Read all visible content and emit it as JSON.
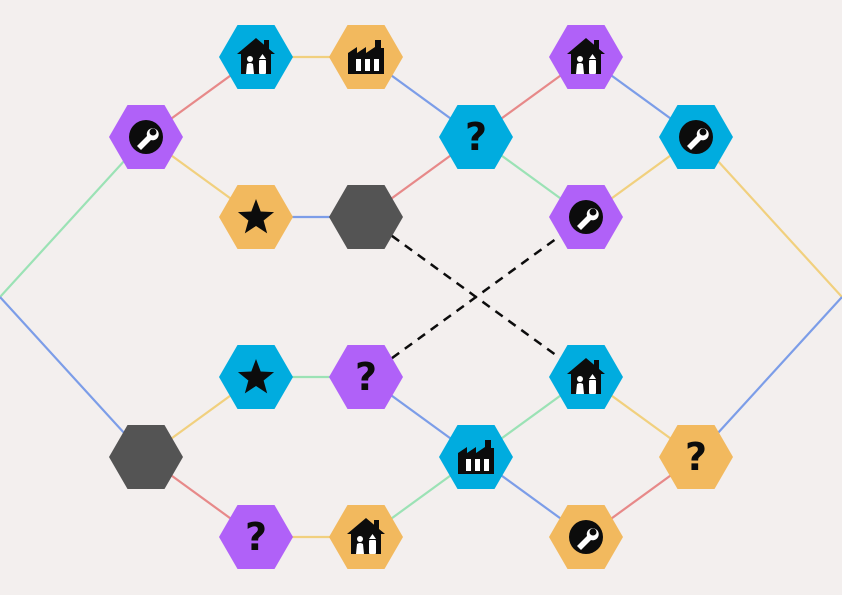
{
  "palette": {
    "background": "#f3efee",
    "purple": "#b061f8",
    "blue": "#00acdf",
    "orange": "#f2b95e",
    "dark": "#545454",
    "icon": "#0c0c0c",
    "edge_red": "#e78989",
    "edge_blue": "#7c9de8",
    "edge_yellow": "#f1d07e",
    "edge_green": "#9be2b5",
    "edge_dashed": "#0c0c0c"
  },
  "nodes": [
    {
      "id": "n-start-left",
      "color": "none",
      "icon": "none"
    },
    {
      "id": "n-wrench-purple-1",
      "color": "purple",
      "icon": "wrench-icon"
    },
    {
      "id": "n-house-blue-1",
      "color": "blue",
      "icon": "house-icon"
    },
    {
      "id": "n-factory-orange-1",
      "color": "orange",
      "icon": "factory-icon"
    },
    {
      "id": "n-star-orange",
      "color": "orange",
      "icon": "star-icon"
    },
    {
      "id": "n-dark-upper",
      "color": "dark",
      "icon": "none"
    },
    {
      "id": "n-question-blue",
      "color": "blue",
      "icon": "question-icon",
      "glyph": "?"
    },
    {
      "id": "n-house-purple",
      "color": "purple",
      "icon": "house-icon"
    },
    {
      "id": "n-wrench-purple-2",
      "color": "purple",
      "icon": "wrench-icon"
    },
    {
      "id": "n-wrench-blue",
      "color": "blue",
      "icon": "wrench-icon"
    },
    {
      "id": "n-end-right",
      "color": "none",
      "icon": "none"
    },
    {
      "id": "n-star-blue",
      "color": "blue",
      "icon": "star-icon"
    },
    {
      "id": "n-question-purple-1",
      "color": "purple",
      "icon": "question-icon",
      "glyph": "?"
    },
    {
      "id": "n-dark-lower",
      "color": "dark",
      "icon": "none"
    },
    {
      "id": "n-question-purple-2",
      "color": "purple",
      "icon": "question-icon",
      "glyph": "?"
    },
    {
      "id": "n-house-orange",
      "color": "orange",
      "icon": "house-icon"
    },
    {
      "id": "n-factory-blue",
      "color": "blue",
      "icon": "factory-icon"
    },
    {
      "id": "n-house-blue-2",
      "color": "blue",
      "icon": "house-icon"
    },
    {
      "id": "n-question-orange",
      "color": "orange",
      "icon": "question-icon",
      "glyph": "?"
    },
    {
      "id": "n-wrench-orange",
      "color": "orange",
      "icon": "wrench-icon"
    }
  ],
  "edges": [
    {
      "from": "n-start-left",
      "to": "n-wrench-purple-1",
      "color": "edge_green"
    },
    {
      "from": "n-start-left",
      "to": "n-dark-lower",
      "color": "edge_blue"
    },
    {
      "from": "n-wrench-purple-1",
      "to": "n-house-blue-1",
      "color": "edge_red"
    },
    {
      "from": "n-wrench-purple-1",
      "to": "n-star-orange",
      "color": "edge_yellow"
    },
    {
      "from": "n-house-blue-1",
      "to": "n-factory-orange-1",
      "color": "edge_yellow"
    },
    {
      "from": "n-factory-orange-1",
      "to": "n-question-blue",
      "color": "edge_blue"
    },
    {
      "from": "n-star-orange",
      "to": "n-dark-upper",
      "color": "edge_blue"
    },
    {
      "from": "n-dark-upper",
      "to": "n-question-blue",
      "color": "edge_red"
    },
    {
      "from": "n-question-blue",
      "to": "n-house-purple",
      "color": "edge_red"
    },
    {
      "from": "n-question-blue",
      "to": "n-wrench-purple-2",
      "color": "edge_green"
    },
    {
      "from": "n-house-purple",
      "to": "n-wrench-blue",
      "color": "edge_blue"
    },
    {
      "from": "n-wrench-purple-2",
      "to": "n-wrench-blue",
      "color": "edge_yellow"
    },
    {
      "from": "n-wrench-blue",
      "to": "n-end-right",
      "color": "edge_yellow"
    },
    {
      "from": "n-dark-lower",
      "to": "n-star-blue",
      "color": "edge_yellow"
    },
    {
      "from": "n-dark-lower",
      "to": "n-question-purple-2",
      "color": "edge_red"
    },
    {
      "from": "n-star-blue",
      "to": "n-question-purple-1",
      "color": "edge_green"
    },
    {
      "from": "n-question-purple-1",
      "to": "n-factory-blue",
      "color": "edge_blue"
    },
    {
      "from": "n-question-purple-2",
      "to": "n-house-orange",
      "color": "edge_yellow"
    },
    {
      "from": "n-house-orange",
      "to": "n-factory-blue",
      "color": "edge_green"
    },
    {
      "from": "n-factory-blue",
      "to": "n-house-blue-2",
      "color": "edge_green"
    },
    {
      "from": "n-factory-blue",
      "to": "n-wrench-orange",
      "color": "edge_blue"
    },
    {
      "from": "n-house-blue-2",
      "to": "n-question-orange",
      "color": "edge_yellow"
    },
    {
      "from": "n-wrench-orange",
      "to": "n-question-orange",
      "color": "edge_red"
    },
    {
      "from": "n-question-orange",
      "to": "n-end-right",
      "color": "edge_blue"
    },
    {
      "from": "n-dark-upper",
      "to": "n-house-blue-2",
      "color": "edge_dashed",
      "style": "dashed"
    },
    {
      "from": "n-question-purple-1",
      "to": "n-wrench-purple-2",
      "color": "edge_dashed",
      "style": "dashed"
    }
  ]
}
